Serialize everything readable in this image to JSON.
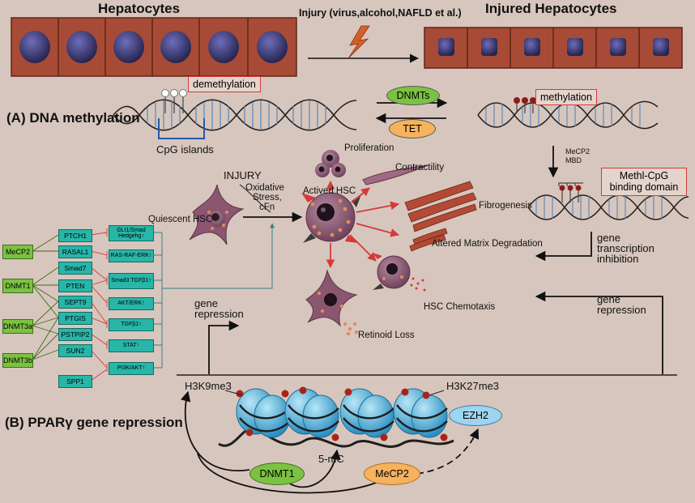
{
  "header": {
    "hepatocytes": "Hepatocytes",
    "injured_hepatocytes": "Injured Hepatocytes",
    "injury": "Injury (virus,alcohol,NAFLD et al.)"
  },
  "dna_methylation": {
    "section_label": "(A) DNA methylation",
    "demethylation": "demethylation",
    "methylation": "methylation",
    "dnmts": "DNMTs",
    "tet": "TET",
    "cpg_islands": "CpG islands",
    "mecp2_mbd_1": "MeCP2",
    "mecp2_mbd_2": "MBD",
    "binding_domain_1": "Methl-CpG",
    "binding_domain_2": "binding domain",
    "inhibition_1": "gene",
    "inhibition_2": "transcription",
    "inhibition_3": "inhibition",
    "gene_repression_right_1": "gene",
    "gene_repression_right_2": "repression"
  },
  "hsc": {
    "injury": "INJURY",
    "stress_1": "Oxidative",
    "stress_2": "Stress,",
    "stress_3": "cFn",
    "quiescent": "Quiescent HSC",
    "actived": "Actived HSC",
    "proliferation": "Proliferation",
    "contractility": "Contractility",
    "fibrogenesis": "Fibrogenesis",
    "matrix": "Altered Matrix Degradation",
    "chemotaxis": "HSC Chemotaxis",
    "retinoid": "Retinoid Loss"
  },
  "regulators": [
    "MeCP2",
    "DNMT1",
    "DNMT3a",
    "DNMT3b"
  ],
  "targets": [
    "PTCH1",
    "RASAL1",
    "Smad7",
    "PTEN",
    "SEPT9",
    "PTGIS",
    "PSTPIP2",
    "SUN2",
    "SPP1"
  ],
  "pathways": [
    "GLI1/Smad Hedgehg↑",
    "RAS-RAF-ERK↑",
    "Smad3 TGFβ1↑",
    "AKT/ERK↑",
    "TGFβ1↑",
    "STAT↑",
    "PI3K/AKT↑"
  ],
  "ppar": {
    "section_label": "(B) PPARγ  gene repression",
    "gene_repression_1": "gene",
    "gene_repression_2": "repression",
    "h3k9": "H3K9me3",
    "h3k27": "H3K27me3",
    "ezh2": "EZH2",
    "five_mc": "5-mC",
    "dnmt1": "DNMT1",
    "mecp2": "MeCP2"
  },
  "colors": {
    "background": "#d7c6bd",
    "cell_fill": "#a84b36",
    "nucleus": "#3b3a78",
    "inhibit_red": "#d23b3b",
    "green_box": "#7cc242",
    "teal_box": "#27b6a8",
    "nucleosome": "#4cb4dc",
    "ezh2_pill": "#9fd4ee",
    "tet_pill": "#f6b25c",
    "hsc_purple": "#8a5670"
  }
}
